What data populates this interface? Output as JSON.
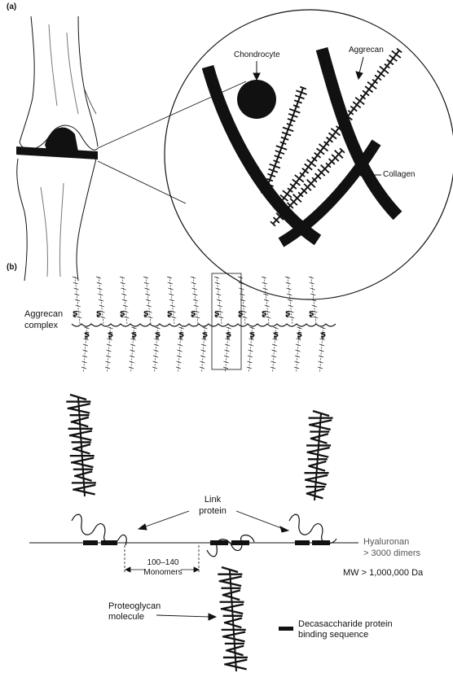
{
  "panels": {
    "a": "(a)",
    "b": "(b)"
  },
  "labels_a": {
    "chondrocyte": "Chondrocyte",
    "aggrecan": "Aggrecan",
    "collagen": "Collagen"
  },
  "labels_b": {
    "aggrecan_complex_line1": "Aggrecan",
    "aggrecan_complex_line2": "complex",
    "link_protein_line1": "Link",
    "link_protein_line2": "protein",
    "hyaluronan_line1": "Hyaluronan",
    "hyaluronan_line2": "> 3000 dimers",
    "mw": "MW > 1,000,000 Da",
    "spacing_line1": "100–140",
    "spacing_line2": "Monomers",
    "proteoglycan_line1": "Proteoglycan",
    "proteoglycan_line2": "molecule",
    "decasaccharide_line1": "Decasaccharide protein",
    "decasaccharide_line2": "binding sequence"
  }
}
